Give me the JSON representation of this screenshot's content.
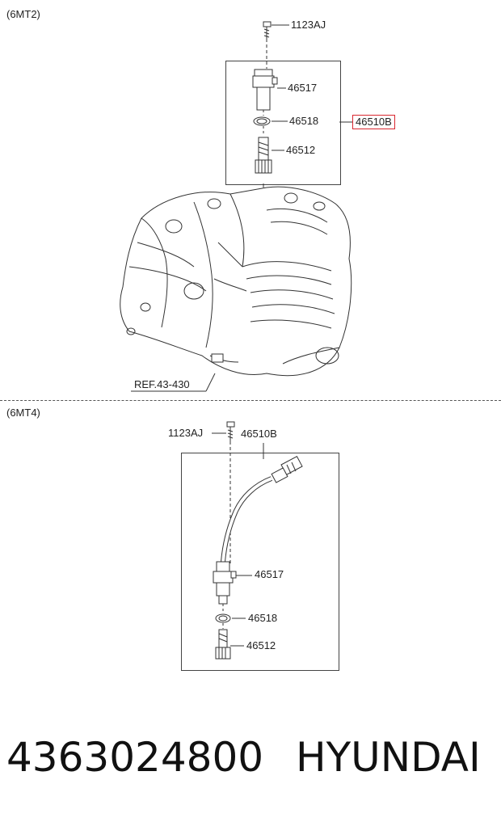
{
  "sections": {
    "top_label": "(6MT2)",
    "bottom_label": "(6MT4)"
  },
  "top": {
    "bolt": "1123AJ",
    "sensor": "46517",
    "oring": "46518",
    "gear": "46512",
    "assembly": "46510B",
    "ref": "REF.43-430"
  },
  "bottom": {
    "bolt": "1123AJ",
    "assembly": "46510B",
    "sensor": "46517",
    "oring": "46518",
    "gear": "46512"
  },
  "footer": {
    "part_number": "4363024800",
    "brand": "HYUNDAI"
  },
  "colors": {
    "highlight": "#d9262f",
    "line": "#333333"
  }
}
